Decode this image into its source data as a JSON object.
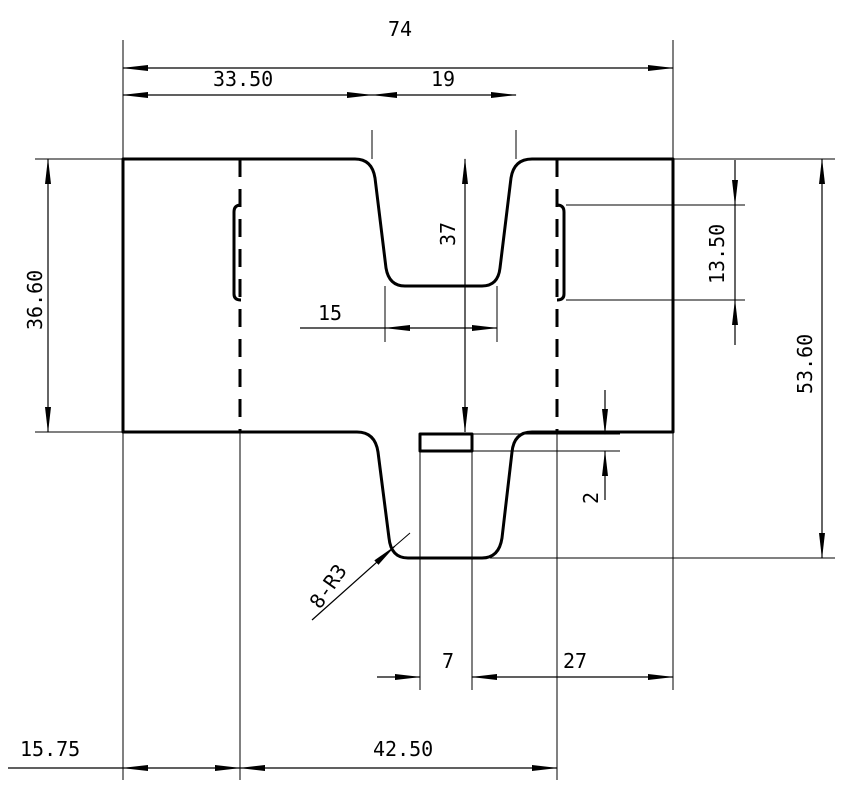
{
  "drawing": {
    "dimensions": {
      "overall_width": "74",
      "left_to_notch": "33.50",
      "notch_top_width": "19",
      "left_height": "36.60",
      "notch_depth": "37",
      "notch_bottom_width": "15",
      "slot_length": "13.50",
      "total_height": "53.60",
      "tab_height": "2",
      "fillet_radius": "8-R3",
      "tab_width": "7",
      "tab_to_right": "27",
      "left_fold": "15.75",
      "fold_spacing": "42.50"
    },
    "colors": {
      "line": "#000000",
      "background": "#ffffff"
    }
  }
}
